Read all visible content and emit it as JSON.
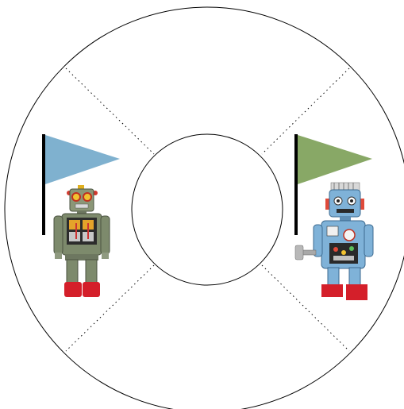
{
  "scene": {
    "description_free": true,
    "rings": {
      "outer_stroke": "#000000",
      "inner_stroke": "#000000",
      "divider_style": "dotted",
      "divider_count": 4
    },
    "robots": [
      {
        "id": "left-robot",
        "name_icon": "robot-icon",
        "flag_color": "#7fb1cf",
        "pole_color": "#000000",
        "body_color": "#7d8a6c",
        "accent_color": "#d13a2f",
        "feet_color": "#d41f2a"
      },
      {
        "id": "right-robot",
        "name_icon": "robot-icon",
        "flag_color": "#88a866",
        "pole_color": "#000000",
        "body_color": "#7fb2d8",
        "accent_color": "#e04a3a",
        "feet_color": "#d41f2a"
      }
    ]
  }
}
